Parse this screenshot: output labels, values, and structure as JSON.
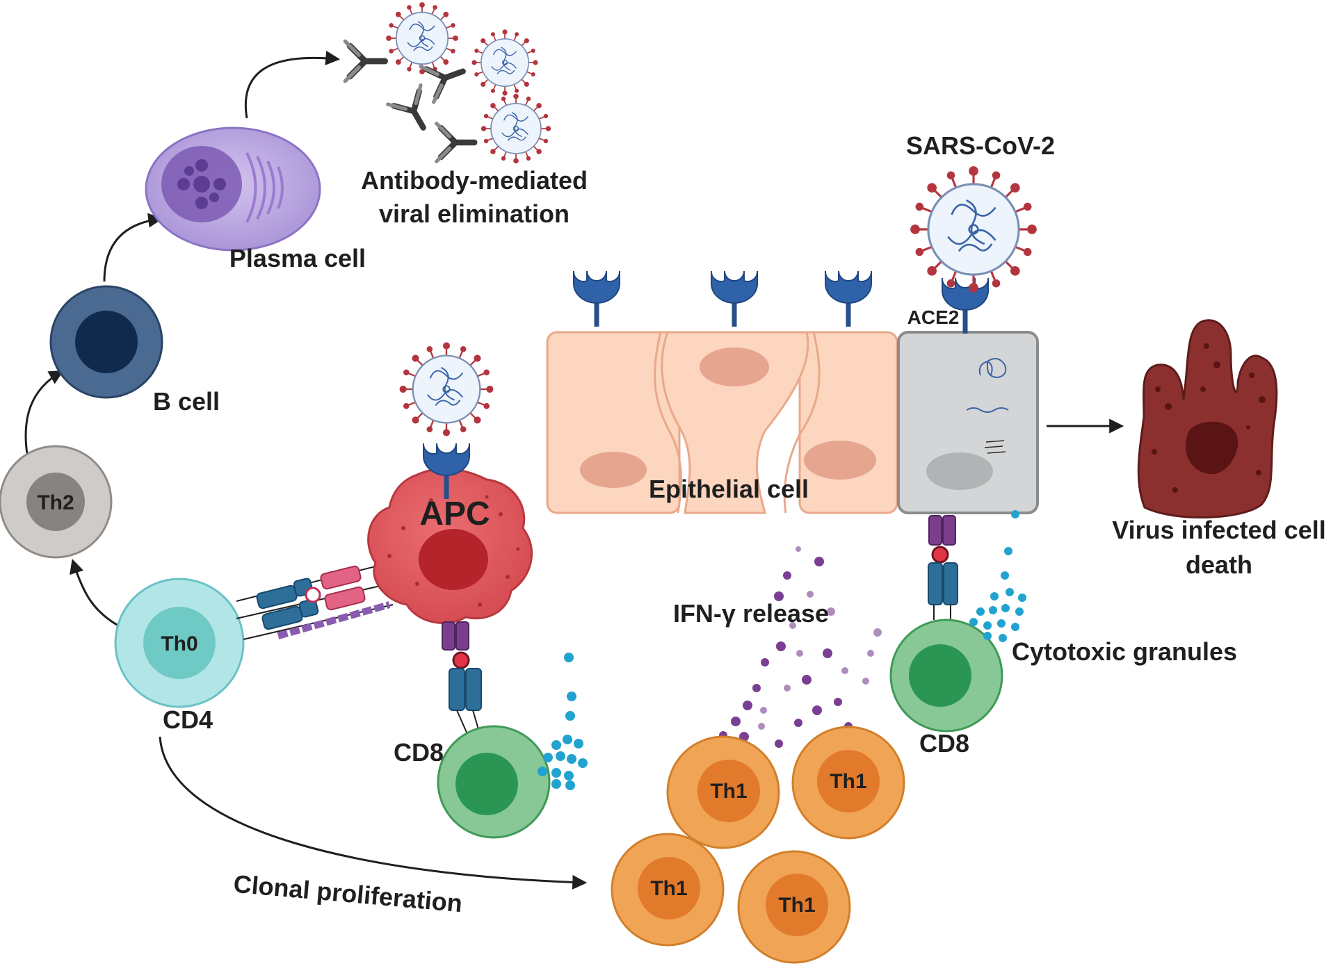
{
  "labels": {
    "plasma_cell": "Plasma cell",
    "antibody_line1": "Antibody-mediated",
    "antibody_line2": "viral elimination",
    "sars": "SARS-CoV-2",
    "ace2": "ACE2",
    "b_cell": "B cell",
    "th2": "Th2",
    "th0": "Th0",
    "cd4": "CD4",
    "apc": "APC",
    "epithelial": "Epithelial cell",
    "virus_death_line1": "Virus infected cell",
    "virus_death_line2": "death",
    "ifn": "IFN-γ release",
    "cytotoxic": "Cytotoxic granules",
    "cd8_left": "CD8",
    "cd8_right": "CD8",
    "th1_a": "Th1",
    "th1_b": "Th1",
    "th1_c": "Th1",
    "th1_d": "Th1",
    "clonal": "Clonal proliferation"
  },
  "colors": {
    "plasma": "#b9a6dd",
    "b_cell": "#3a5a80",
    "th2": "#c9c6c4",
    "th0": "#a9e0e2",
    "apc": "#e0585d",
    "epithelial": "#fcd6bf",
    "infected": "#cfd1d3",
    "dead_cell": "#8c2f2f",
    "cd8": "#7cc08a",
    "th1": "#f0a455",
    "virus_spike": "#b3353e",
    "receptor": "#2f62a8",
    "ifn_dots": "#7a3f93",
    "granules": "#22a3cf"
  }
}
